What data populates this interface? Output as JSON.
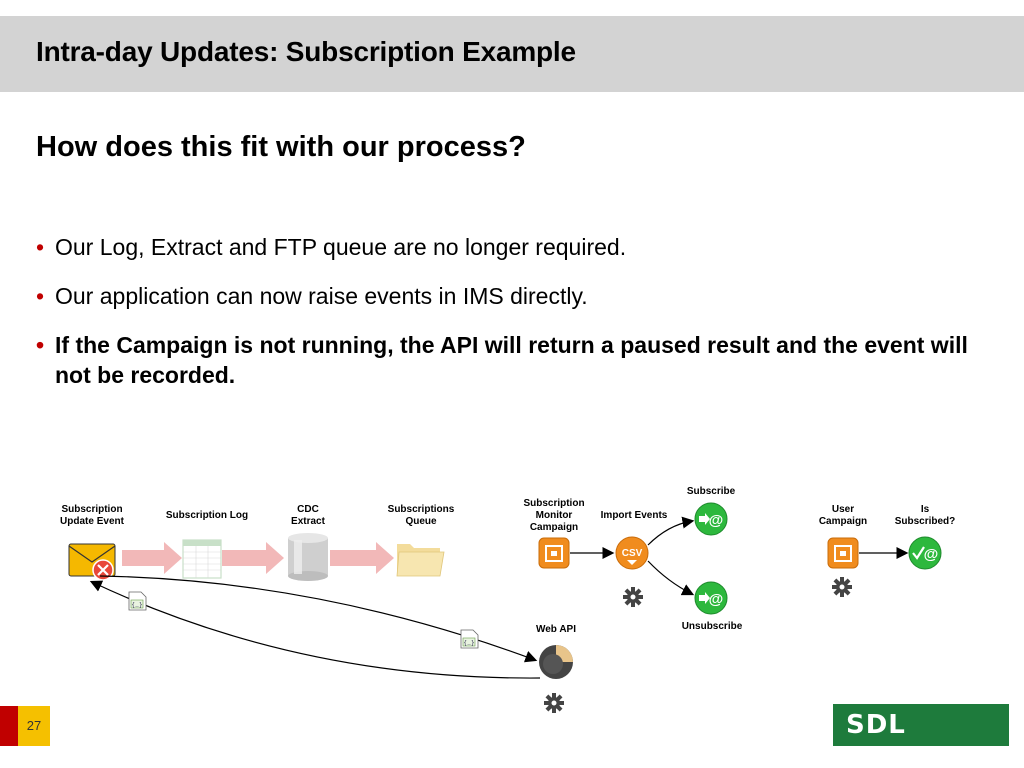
{
  "slide": {
    "title": "Intra-day Updates: Subscription Example",
    "heading": "How does this fit with our process?",
    "bullets": [
      "Our Log, Extract and FTP queue are no longer required.",
      "Our application can now raise events in IMS directly.",
      "If the Campaign is not running, the API will return a paused result and the event will not  be recorded."
    ],
    "page_number": "27",
    "logo": "SDL"
  },
  "diagram": {
    "labels": {
      "subscription_update_event": [
        "Subscription",
        "Update Event"
      ],
      "subscription_log": "Subscription Log",
      "cdc_extract": [
        "CDC",
        "Extract"
      ],
      "subscriptions_queue": [
        "Subscriptions",
        "Queue"
      ],
      "subscription_monitor_campaign": [
        "Subscription",
        "Monitor",
        "Campaign"
      ],
      "import_events": "Import Events",
      "subscribe": "Subscribe",
      "unsubscribe": "Unsubscribe",
      "web_api": "Web API",
      "user_campaign": [
        "User",
        "Campaign"
      ],
      "is_subscribed": [
        "Is",
        "Subscribed?"
      ]
    },
    "colors": {
      "orange": "#f08c1e",
      "green": "#2db83d",
      "red_strip": "#c00000",
      "yellow": "#f5c000",
      "logo_green": "#1e7b3c",
      "faded_arrow": "#f2b8b8"
    }
  }
}
